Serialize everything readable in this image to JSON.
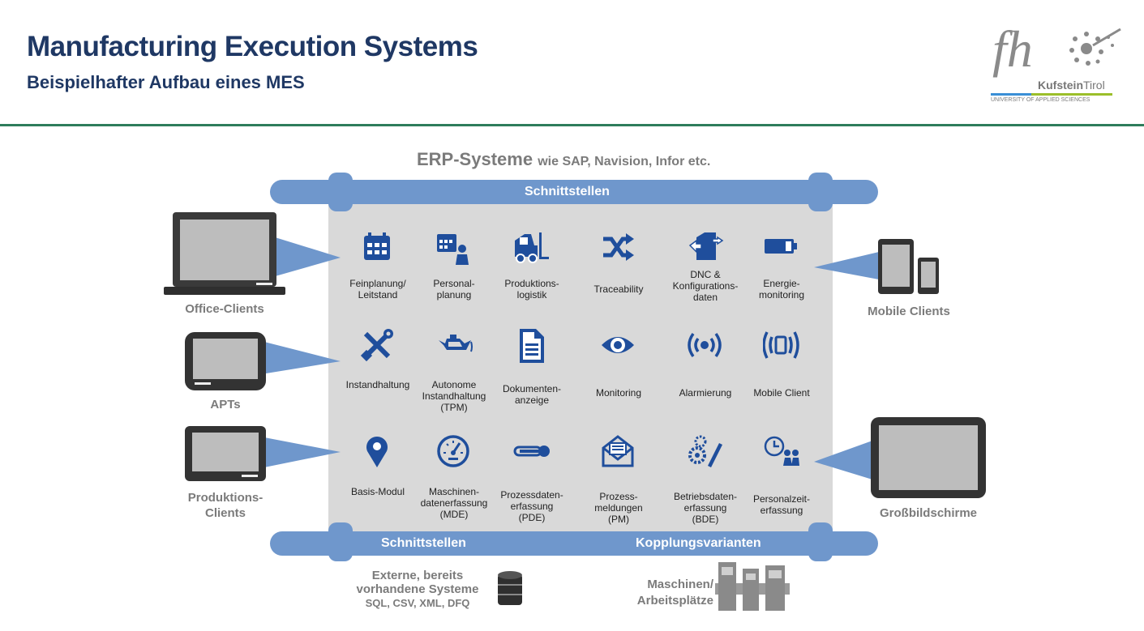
{
  "header": {
    "title": "Manufacturing Execution Systems",
    "subtitle": "Beispielhafter Aufbau eines MES"
  },
  "logo": {
    "fh": "fh",
    "name_a": "Kufstein",
    "name_b": "Tirol",
    "university": "UNIVERSITY OF APPLIED SCIENCES"
  },
  "diagram": {
    "erp_title": "ERP-Systeme",
    "erp_sub": "wie SAP, Navision, Infor etc.",
    "top_band": "Schnittstellen",
    "bottom_band_left": "Schnittstellen",
    "bottom_band_right": "Kopplungsvarianten",
    "modules": [
      {
        "label": "Feinplanung/\nLeitstand",
        "icon": "calendar-icon"
      },
      {
        "label": "Personal-\nplanung",
        "icon": "calendar-person-icon"
      },
      {
        "label": "Produktions-\nlogistik",
        "icon": "forklift-icon"
      },
      {
        "label": "Traceability",
        "icon": "shuffle-icon"
      },
      {
        "label": "DNC &\nKonfigurations-\ndaten",
        "icon": "folder-transfer-icon"
      },
      {
        "label": "Energie-\nmonitoring",
        "icon": "battery-icon"
      },
      {
        "label": "Instandhaltung",
        "icon": "tools-icon"
      },
      {
        "label": "Autonome\nInstandhaltung\n(TPM)",
        "icon": "oil-can-icon"
      },
      {
        "label": "Dokumenten-\nanzeige",
        "icon": "document-icon"
      },
      {
        "label": "Monitoring",
        "icon": "eye-icon"
      },
      {
        "label": "Alarmierung",
        "icon": "broadcast-icon"
      },
      {
        "label": "Mobile Client",
        "icon": "mobile-signal-icon"
      },
      {
        "label": "Basis-Modul",
        "icon": "map-pin-icon"
      },
      {
        "label": "Maschinen-\ndatenerfassung\n(MDE)",
        "icon": "gauge-icon"
      },
      {
        "label": "Prozessdaten-\nerfassung\n(PDE)",
        "icon": "thermometer-icon"
      },
      {
        "label": "Prozess-\nmeldungen\n(PM)",
        "icon": "envelope-icon"
      },
      {
        "label": "Betriebsdaten-\nerfassung\n(BDE)",
        "icon": "gears-pencil-icon"
      },
      {
        "label": "Personalzeit-\nerfassung",
        "icon": "clock-person-icon"
      }
    ],
    "clients": {
      "office": "Office-Clients",
      "apts": "APTs",
      "production": "Produktions-\nClients",
      "mobile": "Mobile Clients",
      "big_screens": "Großbildschirme"
    },
    "external": {
      "line1": "Externe, bereits",
      "line2": "vorhandene Systeme",
      "line3": "SQL, CSV, XML, DFQ"
    },
    "machines": {
      "line1": "Maschinen/",
      "line2": "Arbeitsplätze"
    }
  },
  "colors": {
    "title": "#1f3864",
    "accent_band": "#6f97cc",
    "icon": "#1f4e9c",
    "panel": "#d9d9d9",
    "rule": "#2e7d5b"
  }
}
